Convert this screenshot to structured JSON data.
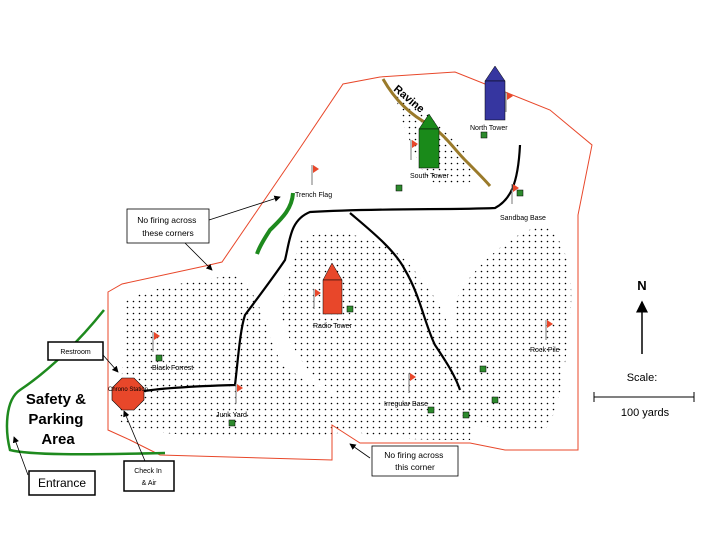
{
  "map": {
    "labels": {
      "ravine": "Ravine",
      "north_tower": "North Tower",
      "south_tower": "South Tower",
      "trench_flag": "Trench Flag",
      "sandbag_base": "Sandbag Base",
      "radio_tower": "Radio Tower",
      "rock_pile": "Rock Pile",
      "black_forrest": "Black Forrest",
      "junk_yard": "Junk Yard",
      "irregular_base": "Irregular Base",
      "chrono_station": "Chrono Station",
      "safety_area_line1": "Safety &",
      "safety_area_line2": "Parking",
      "safety_area_line3": "Area"
    },
    "callouts": {
      "corners_line1": "No firing across",
      "corners_line2": "these corners",
      "corner_line1": "No firing across",
      "corner_line2": "this corner",
      "restroom": "Restroom",
      "checkin_line1": "Check In",
      "checkin_line2": "& Air",
      "entrance": "Entrance"
    },
    "compass": {
      "north": "N"
    },
    "scale": {
      "title": "Scale:",
      "value": "100 yards"
    },
    "colors": {
      "boundary": "#e8472a",
      "flag": "#e8472a",
      "trail": "#000000",
      "safety_line": "#1e8a1e",
      "ravine": "#9a7a2a",
      "north_tower": "#3636a0",
      "south_tower": "#1a8a1a",
      "radio_tower": "#e8472a",
      "marker": "#2d8a2d"
    }
  }
}
